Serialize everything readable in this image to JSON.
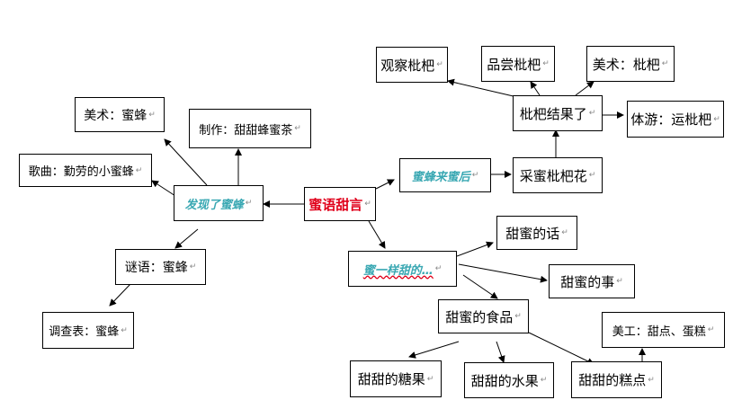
{
  "nodes": {
    "center": "蜜语甜言",
    "found_bees": "发现了蜜蜂",
    "art_bee": "美术：蜜蜂",
    "make_tea": "制作：甜甜蜂蜜茶",
    "song": "歌曲：勤劳的小蜜蜂",
    "riddle": "谜语：蜜蜂",
    "survey": "调查表：蜜蜂",
    "after_bees": "蜜蜂来蜜后",
    "collect": "采蜜枇杷花",
    "loquat_fruit": "枇杷结果了",
    "observe": "观察枇杷",
    "taste": "品尝枇杷",
    "art_loquat": "美术：枇杷",
    "pe_loquat": "体游：运枇杷",
    "sweet_as": "蜜一样甜的…",
    "sweet_words": "甜蜜的话",
    "sweet_things": "甜蜜的事",
    "sweet_food": "甜蜜的食品",
    "craft": "美工：甜点、蛋糕",
    "candy": "甜甜的糖果",
    "fruit": "甜甜的水果",
    "cake": "甜甜的糕点"
  },
  "paragraph_mark": "↵"
}
